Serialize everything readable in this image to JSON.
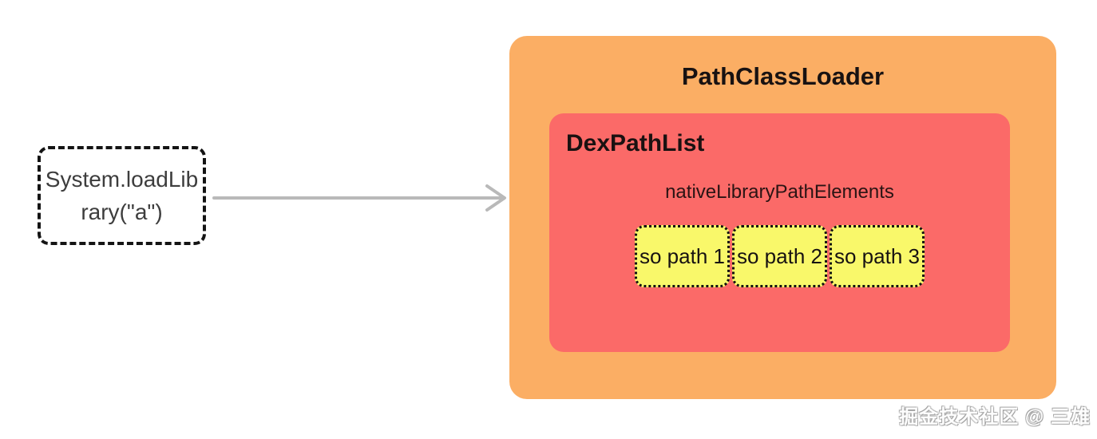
{
  "source_box": {
    "label": "System.loadLibrary(\"a\")",
    "lines": [
      "System.loadLib",
      "rary(\"a\")"
    ]
  },
  "arrow": {
    "direction": "right",
    "color": "#b9b9b9"
  },
  "path_class_loader": {
    "title": "PathClassLoader",
    "bg_color": "#fbae64",
    "dex_path_list": {
      "title": "DexPathList",
      "bg_color": "#fb6a68",
      "field_label": "nativeLibraryPathElements",
      "element_bg_color": "#f9f86a",
      "elements": [
        {
          "label": "so path 1"
        },
        {
          "label": "so path 2"
        },
        {
          "label": "so path 3"
        }
      ]
    }
  },
  "watermark": {
    "text": "掘金技术社区 @ 三雄"
  }
}
